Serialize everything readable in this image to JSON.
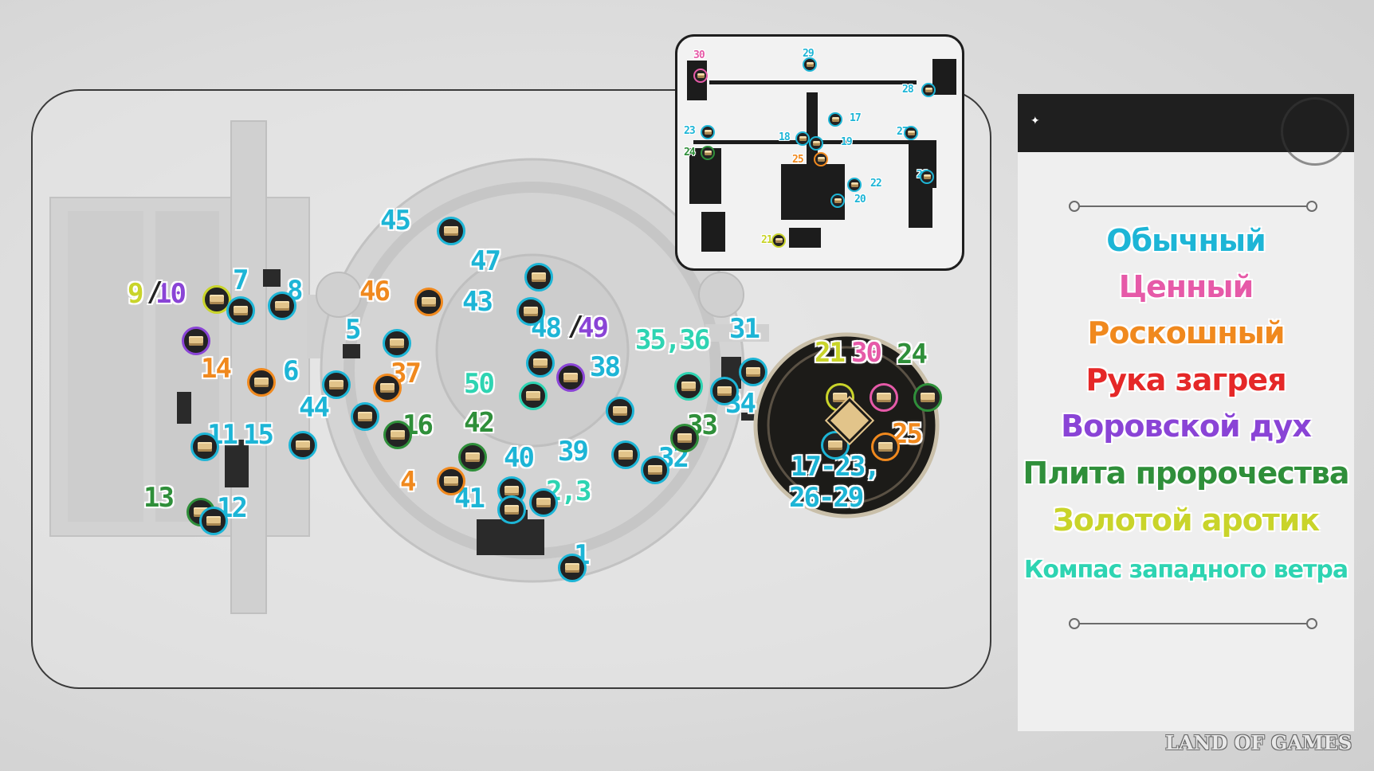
{
  "colors": {
    "common": "#1db5d6",
    "precious": "#e65aa8",
    "luxurious": "#f0891e",
    "hand": "#e52828",
    "thief": "#8a44d6",
    "plate": "#2f8f3a",
    "golden": "#c9d42a",
    "compass": "#2ed4b2"
  },
  "icons": {
    "chest": "treasure-chest-icon",
    "puzzle": "cube-puzzle-icon"
  },
  "map_labels": [
    {
      "id": "l45",
      "text": "45",
      "cat": "common"
    },
    {
      "id": "l47",
      "text": "47",
      "cat": "common"
    },
    {
      "id": "l46",
      "text": "46",
      "cat": "luxurious"
    },
    {
      "id": "l43",
      "text": "43",
      "cat": "common"
    },
    {
      "id": "l9",
      "text": "9",
      "cat": "golden"
    },
    {
      "id": "l10",
      "text": "10",
      "cat": "thief"
    },
    {
      "id": "l7",
      "text": "7",
      "cat": "common"
    },
    {
      "id": "l8",
      "text": "8",
      "cat": "common"
    },
    {
      "id": "l5",
      "text": "5",
      "cat": "common"
    },
    {
      "id": "l48",
      "text": "48",
      "cat": "common"
    },
    {
      "id": "l49",
      "text": "49",
      "cat": "thief"
    },
    {
      "id": "l3536",
      "text": "35,36",
      "cat": "compass"
    },
    {
      "id": "l31",
      "text": "31",
      "cat": "common"
    },
    {
      "id": "l14",
      "text": "14",
      "cat": "luxurious"
    },
    {
      "id": "l6",
      "text": "6",
      "cat": "common"
    },
    {
      "id": "l37",
      "text": "37",
      "cat": "luxurious"
    },
    {
      "id": "l50",
      "text": "50",
      "cat": "compass"
    },
    {
      "id": "l38",
      "text": "38",
      "cat": "common"
    },
    {
      "id": "l34",
      "text": "34",
      "cat": "common"
    },
    {
      "id": "l44",
      "text": "44",
      "cat": "common"
    },
    {
      "id": "l16",
      "text": "16",
      "cat": "plate"
    },
    {
      "id": "l42",
      "text": "42",
      "cat": "plate"
    },
    {
      "id": "l33",
      "text": "33",
      "cat": "plate"
    },
    {
      "id": "l11",
      "text": "11",
      "cat": "common"
    },
    {
      "id": "l15",
      "text": "15",
      "cat": "common"
    },
    {
      "id": "l39",
      "text": "39",
      "cat": "common"
    },
    {
      "id": "l32",
      "text": "32",
      "cat": "common"
    },
    {
      "id": "l40",
      "text": "40",
      "cat": "common"
    },
    {
      "id": "l4",
      "text": "4",
      "cat": "luxurious"
    },
    {
      "id": "l41",
      "text": "41",
      "cat": "common"
    },
    {
      "id": "l23b",
      "text": "2,3",
      "cat": "compass"
    },
    {
      "id": "l13",
      "text": "13",
      "cat": "plate"
    },
    {
      "id": "l12",
      "text": "12",
      "cat": "common"
    },
    {
      "id": "l1",
      "text": "1",
      "cat": "common"
    },
    {
      "id": "l21",
      "text": "21",
      "cat": "golden"
    },
    {
      "id": "l30",
      "text": "30",
      "cat": "precious"
    },
    {
      "id": "l24",
      "text": "24",
      "cat": "plate"
    },
    {
      "id": "l25",
      "text": "25",
      "cat": "luxurious"
    },
    {
      "id": "l1723",
      "text": "17-23,",
      "cat": "common"
    },
    {
      "id": "l2629",
      "text": "26-29",
      "cat": "common"
    }
  ],
  "inset_labels": [
    {
      "id": "i30",
      "text": "30",
      "cat": "precious"
    },
    {
      "id": "i29",
      "text": "29",
      "cat": "common"
    },
    {
      "id": "i28",
      "text": "28",
      "cat": "common"
    },
    {
      "id": "i17",
      "text": "17",
      "cat": "common"
    },
    {
      "id": "i23",
      "text": "23",
      "cat": "common"
    },
    {
      "id": "i27",
      "text": "27",
      "cat": "common"
    },
    {
      "id": "i18",
      "text": "18",
      "cat": "common"
    },
    {
      "id": "i19",
      "text": "19",
      "cat": "common"
    },
    {
      "id": "i24",
      "text": "24",
      "cat": "plate"
    },
    {
      "id": "i25",
      "text": "25",
      "cat": "luxurious"
    },
    {
      "id": "i26",
      "text": "26",
      "cat": "common"
    },
    {
      "id": "i22",
      "text": "22",
      "cat": "common"
    },
    {
      "id": "i20",
      "text": "20",
      "cat": "common"
    },
    {
      "id": "i21",
      "text": "21",
      "cat": "golden"
    }
  ],
  "legend": {
    "items": [
      {
        "text": "Обычный",
        "cat": "common"
      },
      {
        "text": "Ценный",
        "cat": "precious"
      },
      {
        "text": "Роскошный",
        "cat": "luxurious"
      },
      {
        "text": "Рука загрея",
        "cat": "hand"
      },
      {
        "text": "Воровской дух",
        "cat": "thief"
      },
      {
        "text": "Плита пророчества",
        "cat": "plate"
      },
      {
        "text": "Золотой аротик",
        "cat": "golden"
      },
      {
        "text": "Компас западного ветра",
        "cat": "compass"
      }
    ]
  },
  "watermark": "LAND OF GAMES"
}
